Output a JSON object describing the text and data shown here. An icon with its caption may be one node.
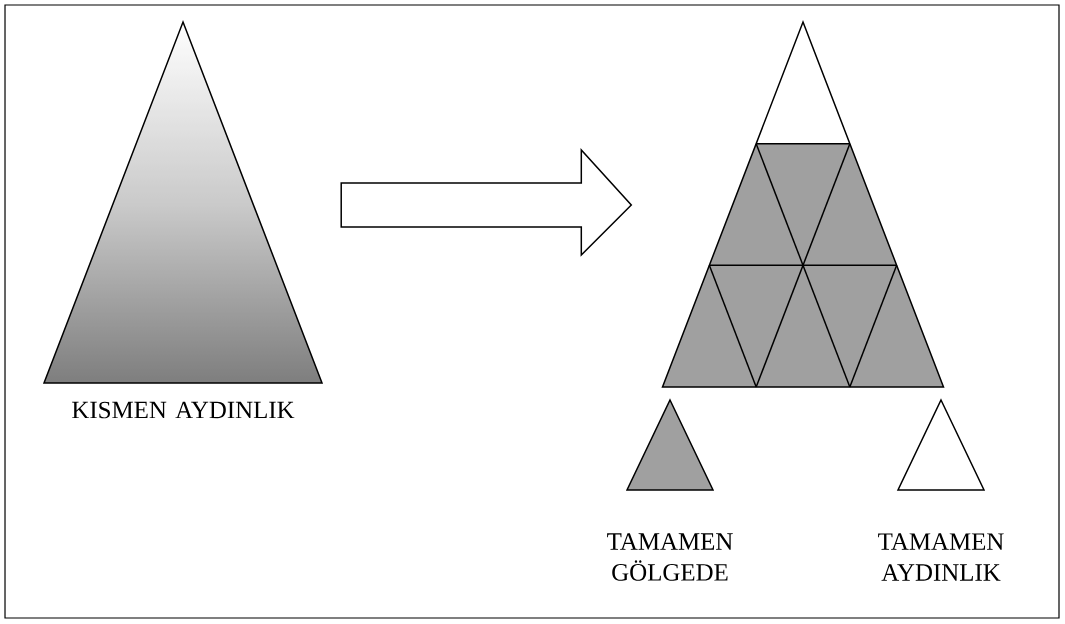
{
  "diagram": {
    "nodes": [
      {
        "text": [
          "KISMEN AYDINLIK"
        ]
      },
      {
        "text": [],
        "shape": "triangle"
      },
      {
        "text": [
          "TAMAMEN GÖLGEDE"
        ]
      },
      {
        "text": [
          "TAMAMEN AYDINLIK"
        ]
      }
    ],
    "edges": [
      {
        "from": 0,
        "to": 1,
        "arrow": "to"
      }
    ]
  }
}
